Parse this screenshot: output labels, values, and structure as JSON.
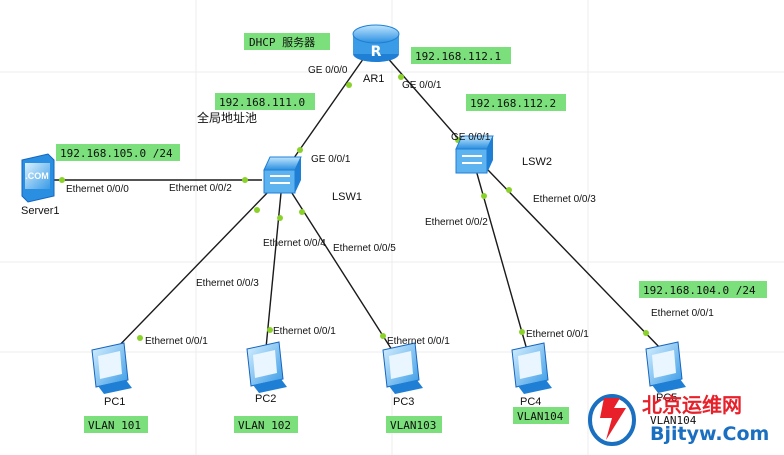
{
  "devices": {
    "ar1": {
      "label": "AR1",
      "icon": "router-icon"
    },
    "lsw1": {
      "label": "LSW1",
      "icon": "switch-icon"
    },
    "lsw2": {
      "label": "LSW2",
      "icon": "switch-icon"
    },
    "server1": {
      "label": "Server1",
      "icon": "server-icon",
      "badge": ".COM"
    },
    "pc1": {
      "label": "PC1",
      "icon": "pc-icon"
    },
    "pc2": {
      "label": "PC2",
      "icon": "pc-icon"
    },
    "pc3": {
      "label": "PC3",
      "icon": "pc-icon"
    },
    "pc4": {
      "label": "PC4",
      "icon": "pc-icon"
    },
    "pc5": {
      "label": "PC5",
      "icon": "pc-icon"
    }
  },
  "ports": {
    "ar1_g000": "GE 0/0/0",
    "ar1_g001": "GE 0/0/1",
    "lsw1_g001": "GE 0/0/1",
    "lsw2_g001": "GE 0/0/1",
    "lsw1_e002": "Ethernet 0/0/2",
    "server1_e000": "Ethernet 0/0/0",
    "lsw1_e003": "Ethernet 0/0/3",
    "lsw1_e004": "Ethernet 0/0/4",
    "lsw1_e005": "Ethernet 0/0/5",
    "pc1_e001": "Ethernet 0/0/1",
    "pc2_e001": "Ethernet 0/0/1",
    "pc3_e001": "Ethernet 0/0/1",
    "lsw2_e002": "Ethernet 0/0/2",
    "lsw2_e003": "Ethernet 0/0/3",
    "pc4_e001": "Ethernet 0/0/1",
    "pc5_e001": "Ethernet 0/0/1"
  },
  "tags": {
    "dhcp": "DHCP 服务器",
    "ip_112_1": "192.168.112.1",
    "ip_112_2": "192.168.112.2",
    "ip_111_0": "192.168.111.0",
    "ip_105_0": "192.168.105.0 /24",
    "ip_104_0": "192.168.104.0 /24",
    "vlan101": "VLAN 101",
    "vlan102": "VLAN 102",
    "vlan103": "VLAN103",
    "vlan104": "VLAN104"
  },
  "notes": {
    "global_pool": "全局地址池"
  },
  "watermark": {
    "cn": "北京运维网",
    "en": "Bjityw.Com"
  },
  "colors": {
    "tag_bg": "#7be07b",
    "link": "#1a1a1a",
    "port_dot": "#8ad12a",
    "device_blue": "#1e88e5"
  }
}
